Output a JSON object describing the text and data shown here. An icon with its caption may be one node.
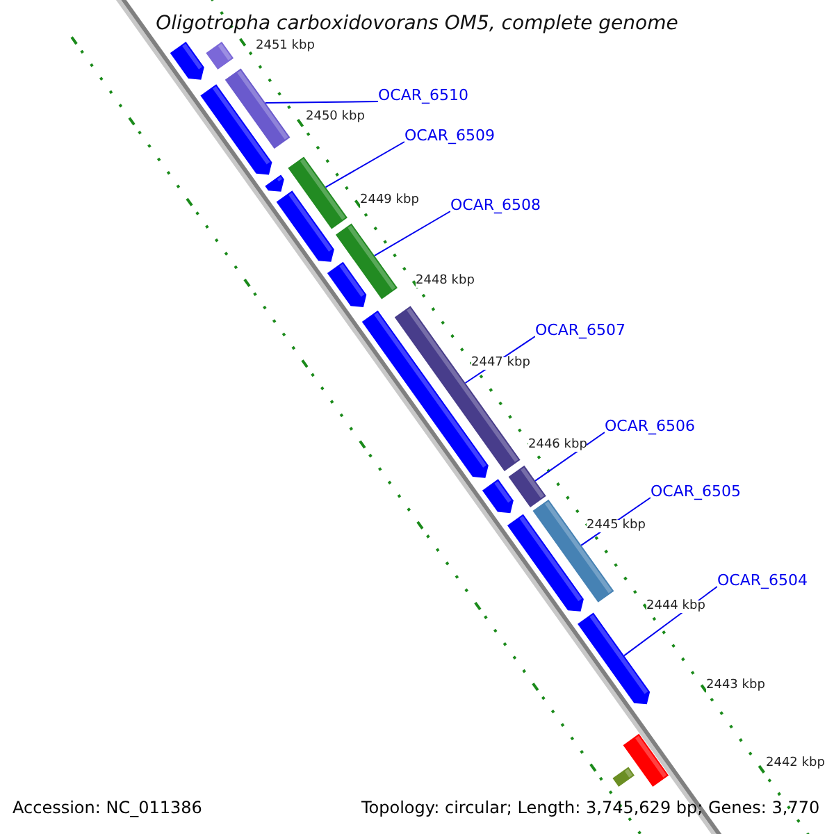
{
  "diagram": {
    "title": "Oligotropha carboxidovorans OM5, complete genome",
    "nodes": [
      {
        "text": [
          "OCAR_6510"
        ]
      },
      {
        "text": [
          "OCAR_6509"
        ]
      },
      {
        "text": [
          "OCAR_6508"
        ]
      },
      {
        "text": [
          "OCAR_6507"
        ]
      },
      {
        "text": [
          "OCAR_6506"
        ]
      },
      {
        "text": [
          "OCAR_6505"
        ]
      },
      {
        "text": [
          "OCAR_6504"
        ]
      },
      {
        "text": [],
        "shape": "bar"
      },
      {
        "text": [],
        "shape": "bar"
      },
      {
        "text": [],
        "shape": "bar"
      },
      {
        "text": [],
        "shape": "bar"
      },
      {
        "text": [],
        "shape": "bar"
      },
      {
        "text": [],
        "shape": "bar"
      },
      {
        "text": [],
        "shape": "bar"
      },
      {
        "text": [],
        "shape": "pentagon"
      },
      {
        "text": [],
        "shape": "pentagon"
      },
      {
        "text": [],
        "shape": "pentagon"
      },
      {
        "text": [],
        "shape": "pentagon"
      },
      {
        "text": [],
        "shape": "pentagon"
      },
      {
        "text": [],
        "shape": "pentagon"
      },
      {
        "text": [],
        "shape": "pentagon"
      },
      {
        "text": [],
        "shape": "pentagon"
      },
      {
        "text": [],
        "shape": "pentagon"
      },
      {
        "text": [],
        "shape": "bar"
      },
      {
        "text": [],
        "shape": "bar"
      }
    ],
    "edges": [
      {
        "from": 0,
        "to": 8,
        "arrow": "none"
      },
      {
        "from": 1,
        "to": 9,
        "arrow": "none"
      },
      {
        "from": 2,
        "to": 10,
        "arrow": "none"
      },
      {
        "from": 3,
        "to": 11,
        "arrow": "none"
      },
      {
        "from": 4,
        "to": 12,
        "arrow": "none"
      },
      {
        "from": 5,
        "to": 13,
        "arrow": "none"
      },
      {
        "from": 6,
        "to": 22,
        "arrow": "none"
      }
    ],
    "labels": [
      "2451 kbp",
      "2450 kbp",
      "2449 kbp",
      "2448 kbp",
      "2447 kbp",
      "2446 kbp",
      "2445 kbp",
      "2444 kbp",
      "2443 kbp",
      "2442 kbp",
      "Accession: NC_011386",
      "Topology: circular; Length: 3,745,629 bp; Genes: 3,770"
    ]
  }
}
